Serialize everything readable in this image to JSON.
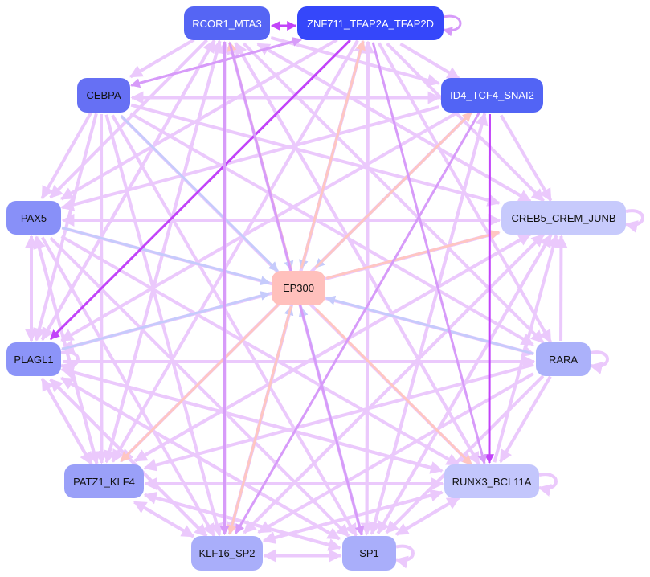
{
  "colors": {
    "l": "#ebc9fc",
    "m": "#d79bf9",
    "d": "#c244f9",
    "b": "#c6cbfc",
    "p": "#ffc6c2"
  },
  "nodes": [
    {
      "id": "RCOR1_MTA3",
      "color": "#5565f4",
      "dark": true
    },
    {
      "id": "ZNF711_TFAP2A_TFAP2D",
      "color": "#3547fa",
      "dark": true
    },
    {
      "id": "CEBPA",
      "color": "#6670f4",
      "dark": false
    },
    {
      "id": "ID4_TCF4_SNAI2",
      "color": "#5264f5",
      "dark": true
    },
    {
      "id": "PAX5",
      "color": "#8890f8",
      "dark": false
    },
    {
      "id": "CREB5_CREM_JUNB",
      "color": "#c7cafc",
      "dark": false
    },
    {
      "id": "EP300",
      "color": "#ffc0bc",
      "dark": false
    },
    {
      "id": "PLAGL1",
      "color": "#8c94f8",
      "dark": false
    },
    {
      "id": "RARA",
      "color": "#abb1fa",
      "dark": false
    },
    {
      "id": "PATZ1_KLF4",
      "color": "#9aa0f8",
      "dark": false
    },
    {
      "id": "RUNX3_BCL11A",
      "color": "#c3c6fc",
      "dark": false
    },
    {
      "id": "KLF16_SP2",
      "color": "#a9aefa",
      "dark": false
    },
    {
      "id": "SP1",
      "color": "#a9aefa",
      "dark": false
    }
  ],
  "edges": [
    [
      0,
      1,
      "d"
    ],
    [
      1,
      0,
      "d"
    ],
    [
      1,
      1,
      "m"
    ],
    [
      5,
      5,
      "l"
    ],
    [
      7,
      7,
      "l"
    ],
    [
      8,
      8,
      "l"
    ],
    [
      10,
      10,
      "l"
    ],
    [
      12,
      12,
      "l"
    ],
    [
      2,
      6,
      "b"
    ],
    [
      4,
      6,
      "b"
    ],
    [
      7,
      6,
      "b"
    ],
    [
      8,
      6,
      "b"
    ],
    [
      12,
      6,
      "b"
    ],
    [
      1,
      6,
      "b"
    ],
    [
      3,
      6,
      "b"
    ],
    [
      11,
      6,
      "b"
    ],
    [
      0,
      6,
      "b"
    ],
    [
      6,
      0,
      "p"
    ],
    [
      6,
      1,
      "p"
    ],
    [
      6,
      3,
      "p"
    ],
    [
      6,
      5,
      "p"
    ],
    [
      6,
      10,
      "p"
    ],
    [
      6,
      9,
      "p"
    ],
    [
      6,
      11,
      "p"
    ],
    [
      1,
      7,
      "d"
    ],
    [
      3,
      10,
      "d"
    ],
    [
      0,
      11,
      "m"
    ],
    [
      1,
      10,
      "m"
    ],
    [
      2,
      1,
      "m"
    ],
    [
      0,
      12,
      "m"
    ],
    [
      3,
      11,
      "m"
    ],
    [
      1,
      2,
      "m"
    ],
    [
      0,
      2,
      "l"
    ],
    [
      0,
      3,
      "l"
    ],
    [
      0,
      4,
      "l"
    ],
    [
      0,
      5,
      "l"
    ],
    [
      0,
      7,
      "l"
    ],
    [
      0,
      8,
      "l"
    ],
    [
      0,
      9,
      "l"
    ],
    [
      0,
      10,
      "l"
    ],
    [
      1,
      3,
      "l"
    ],
    [
      1,
      4,
      "l"
    ],
    [
      1,
      5,
      "l"
    ],
    [
      1,
      8,
      "l"
    ],
    [
      1,
      9,
      "l"
    ],
    [
      1,
      11,
      "l"
    ],
    [
      1,
      12,
      "l"
    ],
    [
      2,
      3,
      "l"
    ],
    [
      2,
      4,
      "l"
    ],
    [
      2,
      5,
      "l"
    ],
    [
      2,
      7,
      "l"
    ],
    [
      2,
      8,
      "l"
    ],
    [
      2,
      9,
      "l"
    ],
    [
      2,
      10,
      "l"
    ],
    [
      2,
      11,
      "l"
    ],
    [
      2,
      12,
      "l"
    ],
    [
      3,
      2,
      "l"
    ],
    [
      3,
      4,
      "l"
    ],
    [
      3,
      5,
      "l"
    ],
    [
      3,
      7,
      "l"
    ],
    [
      3,
      9,
      "l"
    ],
    [
      3,
      12,
      "l"
    ],
    [
      4,
      5,
      "l"
    ],
    [
      4,
      7,
      "l"
    ],
    [
      4,
      8,
      "l"
    ],
    [
      4,
      9,
      "l"
    ],
    [
      4,
      10,
      "l"
    ],
    [
      4,
      11,
      "l"
    ],
    [
      4,
      12,
      "l"
    ],
    [
      5,
      4,
      "l"
    ],
    [
      5,
      7,
      "l"
    ],
    [
      5,
      9,
      "l"
    ],
    [
      5,
      11,
      "l"
    ],
    [
      5,
      12,
      "l"
    ],
    [
      5,
      0,
      "l"
    ],
    [
      7,
      4,
      "l"
    ],
    [
      7,
      5,
      "l"
    ],
    [
      7,
      8,
      "l"
    ],
    [
      7,
      9,
      "l"
    ],
    [
      7,
      10,
      "l"
    ],
    [
      7,
      11,
      "l"
    ],
    [
      7,
      12,
      "l"
    ],
    [
      7,
      0,
      "l"
    ],
    [
      8,
      5,
      "l"
    ],
    [
      8,
      9,
      "l"
    ],
    [
      8,
      10,
      "l"
    ],
    [
      8,
      11,
      "l"
    ],
    [
      8,
      12,
      "l"
    ],
    [
      9,
      4,
      "l"
    ],
    [
      9,
      5,
      "l"
    ],
    [
      9,
      7,
      "l"
    ],
    [
      9,
      10,
      "l"
    ],
    [
      9,
      11,
      "l"
    ],
    [
      9,
      12,
      "l"
    ],
    [
      9,
      0,
      "l"
    ],
    [
      10,
      5,
      "l"
    ],
    [
      10,
      7,
      "l"
    ],
    [
      10,
      9,
      "l"
    ],
    [
      10,
      11,
      "l"
    ],
    [
      10,
      12,
      "l"
    ],
    [
      10,
      0,
      "l"
    ],
    [
      11,
      5,
      "l"
    ],
    [
      11,
      7,
      "l"
    ],
    [
      11,
      9,
      "l"
    ],
    [
      11,
      10,
      "l"
    ],
    [
      11,
      12,
      "l"
    ],
    [
      11,
      0,
      "l"
    ],
    [
      11,
      1,
      "l"
    ],
    [
      12,
      5,
      "l"
    ],
    [
      12,
      7,
      "l"
    ],
    [
      12,
      9,
      "l"
    ],
    [
      12,
      10,
      "l"
    ],
    [
      12,
      11,
      "l"
    ],
    [
      12,
      0,
      "l"
    ],
    [
      12,
      1,
      "l"
    ],
    [
      12,
      3,
      "l"
    ]
  ]
}
